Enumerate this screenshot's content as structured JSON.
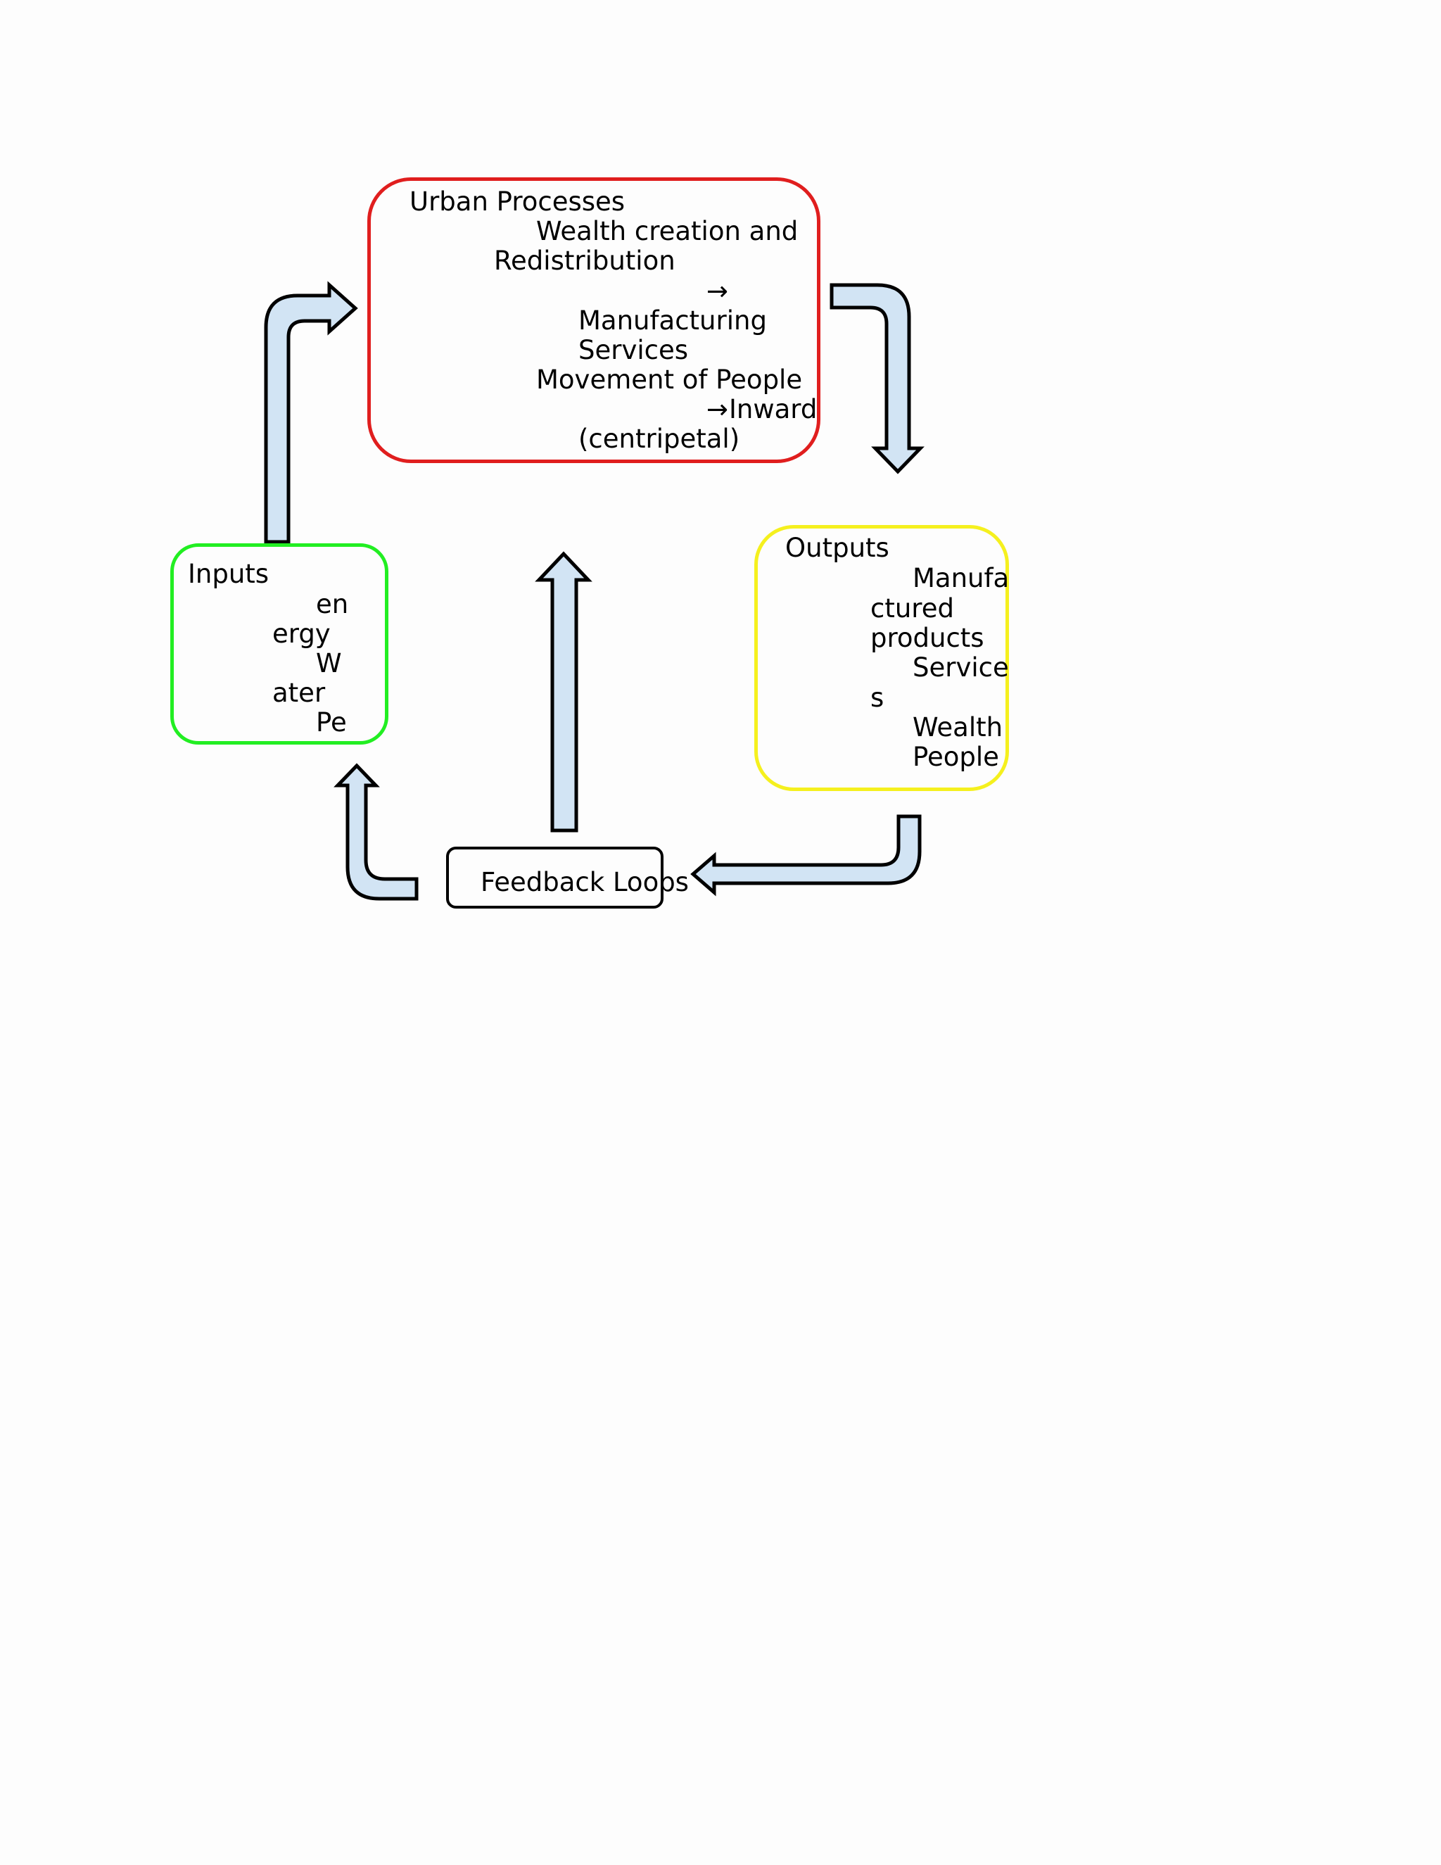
{
  "urban_processes": {
    "title": "Urban Processes",
    "line1": "Wealth creation and",
    "line2": "Redistribution",
    "arrow1": "→",
    "line3": "Manufacturing",
    "line4": "Services",
    "line5": "Movement of People",
    "arrow2": "→",
    "line6": "Inward",
    "line7": "(centripetal)",
    "border_color": "#e01e1e"
  },
  "inputs": {
    "title": "Inputs",
    "frag1": "en",
    "frag2": "ergy",
    "frag3": "W",
    "frag4": "ater",
    "frag5": "Pe",
    "border_color": "#22ee22"
  },
  "outputs": {
    "title": "Outputs",
    "frag1": "Manufa",
    "frag2": "ctured",
    "frag3": "products",
    "frag4": "Service",
    "frag5": "s",
    "frag6": "Wealth",
    "frag7": "People",
    "border_color": "#f5f01e"
  },
  "feedback": {
    "label": "Feedback Loops",
    "border_color": "#000000"
  },
  "colors": {
    "arrow_fill": "#d2e4f4",
    "arrow_stroke": "#000000"
  }
}
